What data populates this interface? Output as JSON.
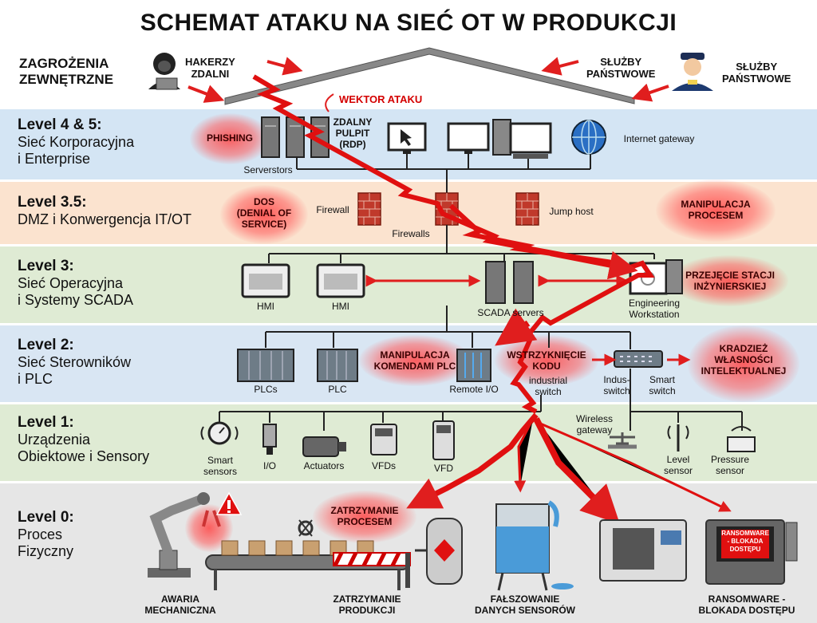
{
  "title": "SCHEMAT ATAKU NA SIEĆ OT W PRODUKCJI",
  "threats": {
    "external": "ZAGROŻENIA\nZEWNĘTRZNE",
    "hackers": "HAKERZY\nZDALNI",
    "gov_services_left": "SŁUŻBY\nPAŃSTWOWE",
    "gov_services_right": "SŁUŻBY\nPAŃSTWOWE",
    "attack_vector": "WEKTOR ATAKU"
  },
  "levels": [
    {
      "level": "Level 4 & 5:",
      "desc": "Sieć Korporacyjna\ni Enterprise",
      "color": "#d4e5f4"
    },
    {
      "level": "Level 3.5:",
      "desc": "DMZ i Konwergencja IT/OT",
      "color": "#fbe3cf"
    },
    {
      "level": "Level 3:",
      "desc": "Sieć Operacyjna\ni Systemy SCADA",
      "color": "#dfebd4"
    },
    {
      "level": "Level 2:",
      "desc": "Sieć Sterowników\ni PLC",
      "color": "#d9e6f3"
    },
    {
      "level": "Level 1:",
      "desc": "Urządzenia\nObiektowe i Sensory",
      "color": "#dfebd4"
    },
    {
      "level": "Level 0:",
      "desc": "Proces\nFizyczny",
      "color": "#e6e6e6"
    }
  ],
  "attacks": {
    "phishing": "PHISHING",
    "dos": "DOS\n(DENIAL OF\nSERVICE)",
    "manip_proc": "MANIPULACJA\nPROCESEM",
    "takeover": "PRZEJĘCIE STACJI\nINŻYNIERSKIEJ",
    "plc_cmd": "MANIPULACJA\nKOMENDAMI PLC",
    "code_inj": "WSTRZYKNIĘCIE\nKODU",
    "ip_theft": "KRADZIEŻ\nWŁASNOŚCI\nINTELEKTUALNEJ",
    "stop_glow": "ZATRZYMANIE\nPROCESEM"
  },
  "l45": {
    "serverstors": "Serverstors",
    "rdp": "ZDALNY\nPULPIT\n(RDP)",
    "internet_gateway": "Internet gateway"
  },
  "l35": {
    "firewall": "Firewall",
    "firewalls": "Firewalls",
    "jump_host": "Jump host"
  },
  "l3": {
    "hmi1": "HMI",
    "hmi2": "HMI",
    "scada": "SCADA servers",
    "ews": "Engineering\nWorkstation"
  },
  "l2": {
    "plcs": "PLCs",
    "plc": "PLC",
    "rio": "Remote I/O",
    "ind_switch": "industrial\nswitch",
    "indus_switch": "Indus-\nswitch",
    "smart_switch": "Smart\nswitch"
  },
  "l1": {
    "smart_sensors": "Smart\nsensors",
    "io": "I/O",
    "actuators": "Actuators",
    "vfds": "VFDs",
    "vfd": "VFD",
    "wireless": "Wireless\ngateway",
    "level": "Level\nsensor",
    "pressure": "Pressure\nsensor"
  },
  "l0": {
    "mech_fail": "AWARIA\nMECHANICZNA",
    "stop": "ZATRZYMANIE\nPRODUKCJI",
    "falsify": "FAŁSZOWANIE\nDANYCH SENSORÓW",
    "ransom": "RANSOMWARE -\nBLOKADA DOSTĘPU",
    "ransom_screen": "RANSOMWARE\n- BLOKADA\nDOSTĘPU"
  },
  "colors": {
    "attack_red": "#e01010",
    "arrow_red": "#e01e1e"
  }
}
